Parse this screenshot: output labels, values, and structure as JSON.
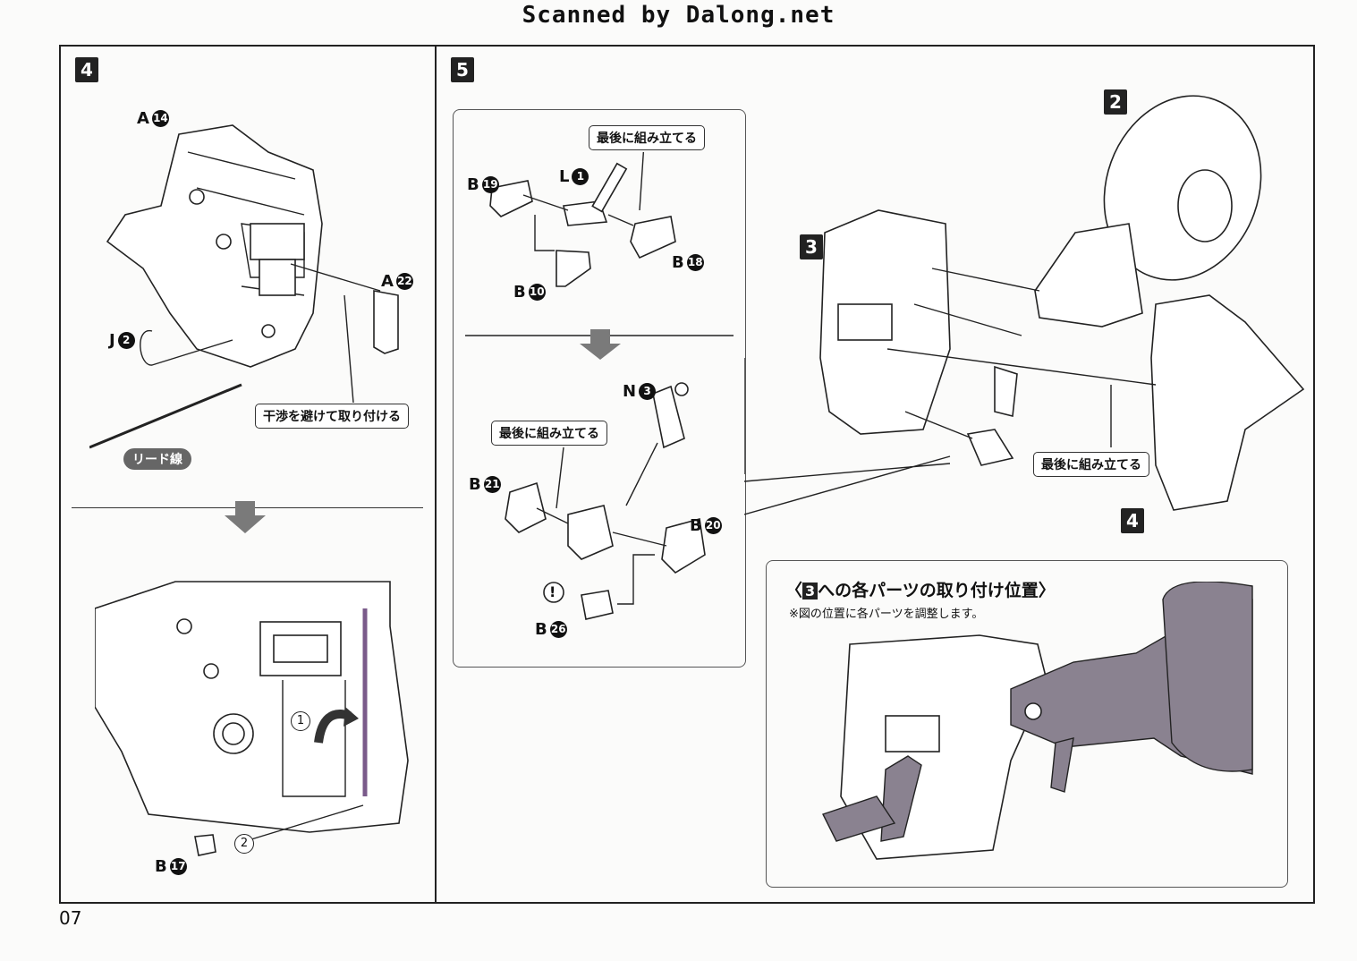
{
  "header": {
    "scan_credit": "Scanned by Dalong.net"
  },
  "page_number": "07",
  "step4": {
    "number": "4",
    "parts": {
      "a14": {
        "letter": "A",
        "num": "14"
      },
      "a22": {
        "letter": "A",
        "num": "22"
      },
      "j2": {
        "letter": "J",
        "num": "2"
      },
      "b17": {
        "letter": "B",
        "num": "17"
      }
    },
    "callout_avoid": "干渉を避けて取り付ける",
    "lead_wire": "リード線",
    "order_1": "1",
    "order_2": "2"
  },
  "step5": {
    "number": "5",
    "subassembly": {
      "assemble_last_1": "最後に組み立てる",
      "assemble_last_2": "最後に組み立てる",
      "parts": {
        "b19": {
          "letter": "B",
          "num": "19"
        },
        "l1": {
          "letter": "L",
          "num": "1"
        },
        "b18": {
          "letter": "B",
          "num": "18"
        },
        "b10": {
          "letter": "B",
          "num": "10"
        },
        "n3": {
          "letter": "N",
          "num": "3"
        },
        "b21": {
          "letter": "B",
          "num": "21"
        },
        "b20": {
          "letter": "B",
          "num": "20"
        },
        "b26": {
          "letter": "B",
          "num": "26"
        }
      },
      "caution_mark": "!"
    },
    "assembly": {
      "ref2": "2",
      "ref3": "3",
      "ref4": "4",
      "assemble_last": "最後に組み立てる"
    },
    "reference": {
      "title_open": "〈",
      "title_ref": "3",
      "title_rest": "への各パーツの取り付け位置〉",
      "note": "※図の位置に各パーツを調整します。"
    }
  }
}
